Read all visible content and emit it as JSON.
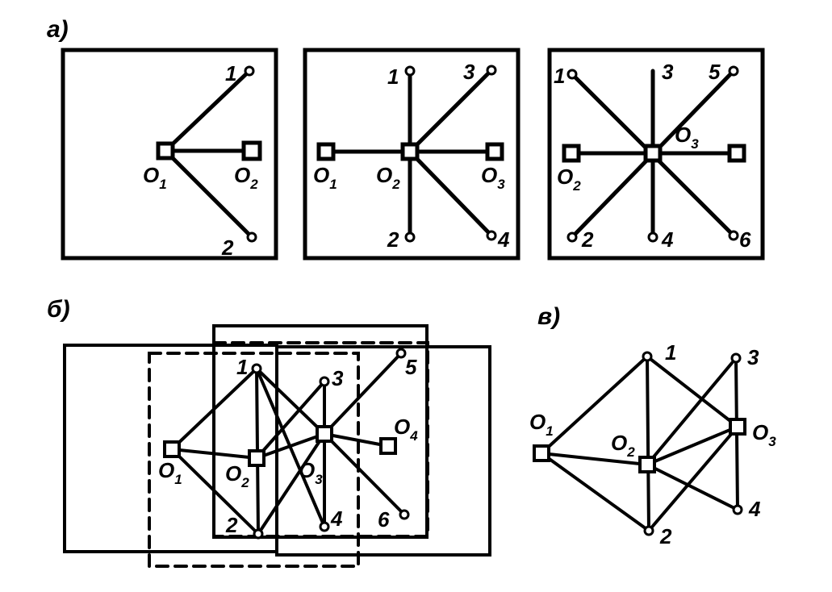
{
  "colors": {
    "ink": "#000000",
    "paper": "#ffffff"
  },
  "panel_labels": {
    "a": "а)",
    "b": "б)",
    "v": "в)"
  },
  "nodes": {
    "n1": "1",
    "n2": "2",
    "n3": "3",
    "n4": "4",
    "n5": "5",
    "n6": "6"
  },
  "stations": {
    "o_letter": "O",
    "s1": "1",
    "s2": "2",
    "s3": "3",
    "s4": "4"
  }
}
